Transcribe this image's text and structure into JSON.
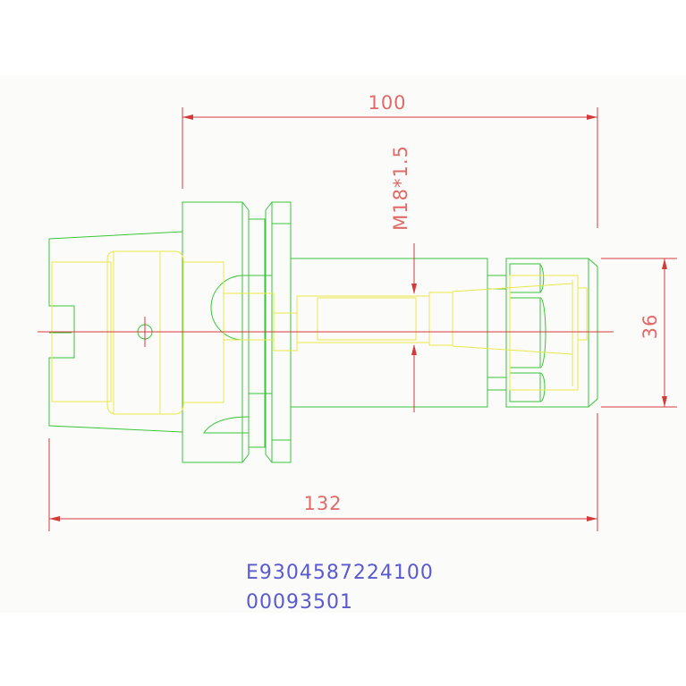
{
  "drawing": {
    "dimensions": {
      "top_length": "100",
      "thread_spec": "M18*1.5",
      "right_height": "36",
      "overall_length": "132"
    },
    "part_codes": {
      "line1": "E9304587224100",
      "line2": "00093501"
    },
    "colors": {
      "paper": "#fbfcf9",
      "outline": "#39c43a",
      "hidden": "#e8e84a",
      "center": "#d43a3a",
      "dimension": "#d43a3a",
      "dim_text": "#e06a6a",
      "code_text": "#5a5ad0"
    }
  }
}
